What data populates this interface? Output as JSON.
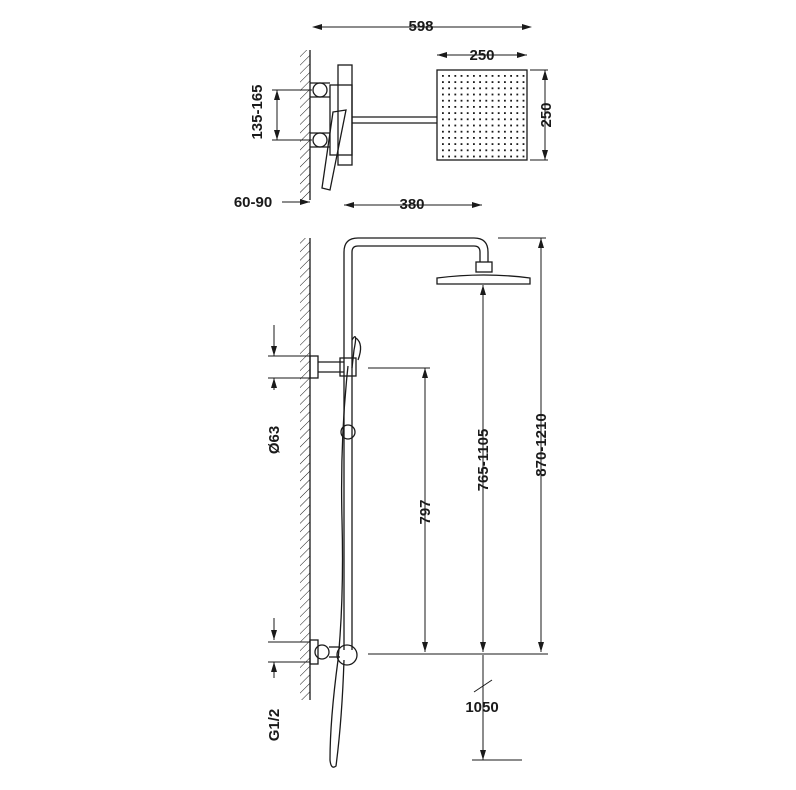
{
  "diagram": {
    "dimensions": {
      "overall_width": "598",
      "head_width": "250",
      "head_depth": "250",
      "valve_centers": "135-165",
      "wall_offset": "60-90",
      "arm_projection": "380",
      "head_height": "765-1105",
      "overall_height": "870-1210",
      "bar_length": "797",
      "wall_plate": "Ø63",
      "inlet_thread": "G1/2",
      "valve_height": "1050"
    },
    "colors": {
      "line": "#1a1a1a",
      "background": "#ffffff"
    }
  }
}
